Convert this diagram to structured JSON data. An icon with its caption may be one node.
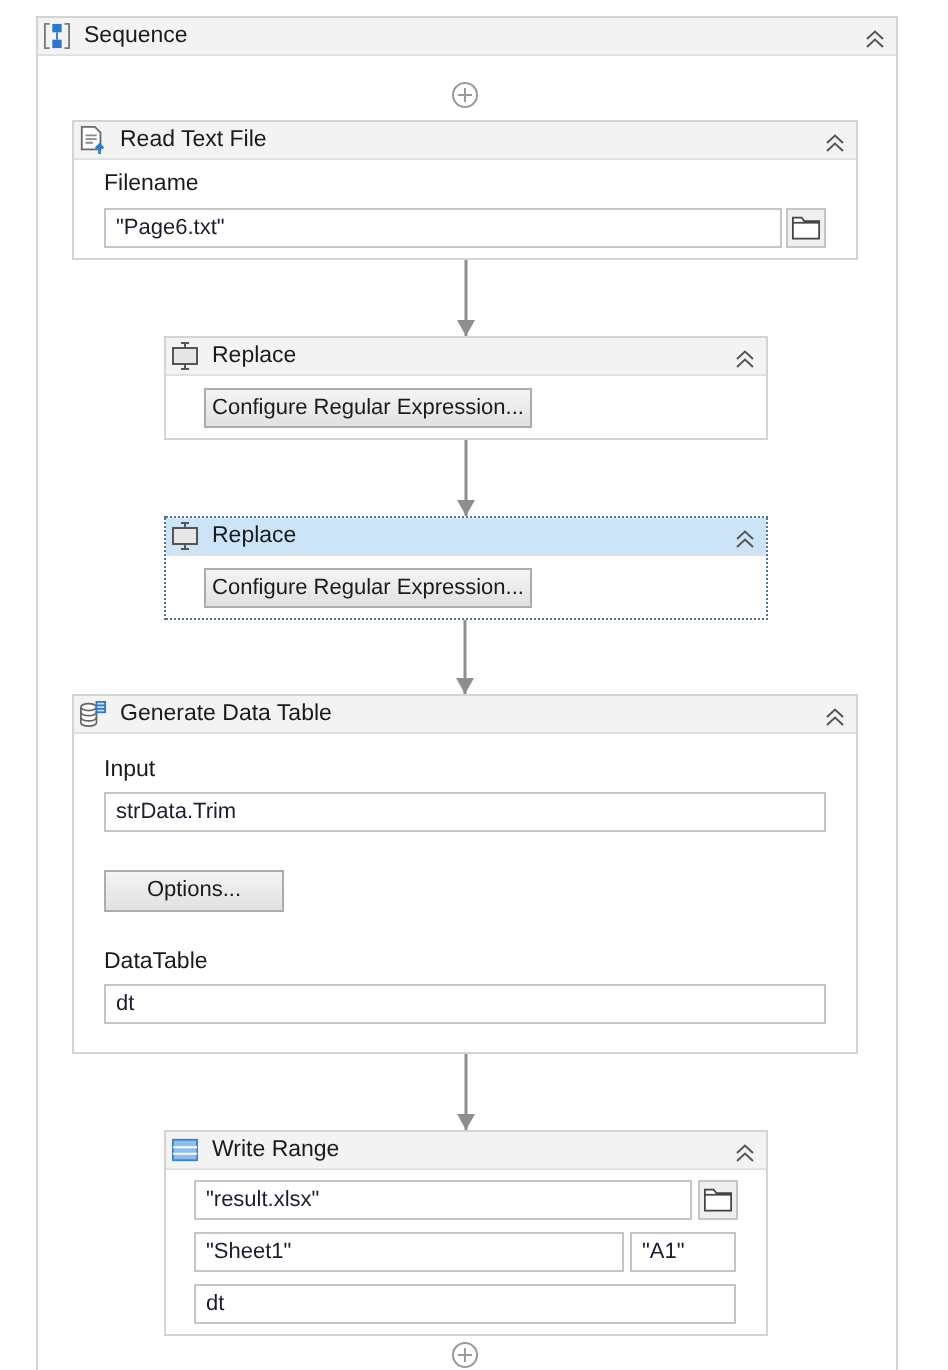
{
  "diagram": {
    "nodes": [
      {
        "text": [
          "Sequence"
        ]
      },
      {
        "text": [
          "Read Text File"
        ],
        "in": 0
      },
      {
        "text": [
          "\"Page6.txt\""
        ],
        "in": 1,
        "beside": [
          "Filename"
        ]
      },
      {
        "text": [
          "Replace"
        ],
        "in": 0
      },
      {
        "text": [
          "Configure Regular Expression..."
        ],
        "in": 3
      },
      {
        "text": [
          "Replace"
        ],
        "in": 0
      },
      {
        "text": [
          "Configure Regular Expression..."
        ],
        "in": 5
      },
      {
        "text": [
          "Generate Data Table"
        ],
        "in": 0
      },
      {
        "text": [
          "strData.Trim"
        ],
        "in": 7,
        "beside": [
          "Input"
        ]
      },
      {
        "text": [
          "Options..."
        ],
        "in": 7
      },
      {
        "text": [
          "dt"
        ],
        "in": 7,
        "beside": [
          "DataTable"
        ]
      },
      {
        "text": [
          "Write Range"
        ],
        "in": 0
      },
      {
        "text": [
          "\"result.xlsx\""
        ],
        "in": 11
      },
      {
        "text": [
          "\"Sheet1\""
        ],
        "in": 11
      },
      {
        "text": [
          "\"A1\""
        ],
        "in": 11
      },
      {
        "text": [
          "dt"
        ],
        "in": 11
      }
    ],
    "edges": [
      {
        "from": 1,
        "to": 3,
        "arrow": "to"
      },
      {
        "from": 3,
        "to": 5,
        "arrow": "to"
      },
      {
        "from": 5,
        "to": 7,
        "arrow": "to"
      },
      {
        "from": 7,
        "to": 11,
        "arrow": "to"
      }
    ]
  }
}
